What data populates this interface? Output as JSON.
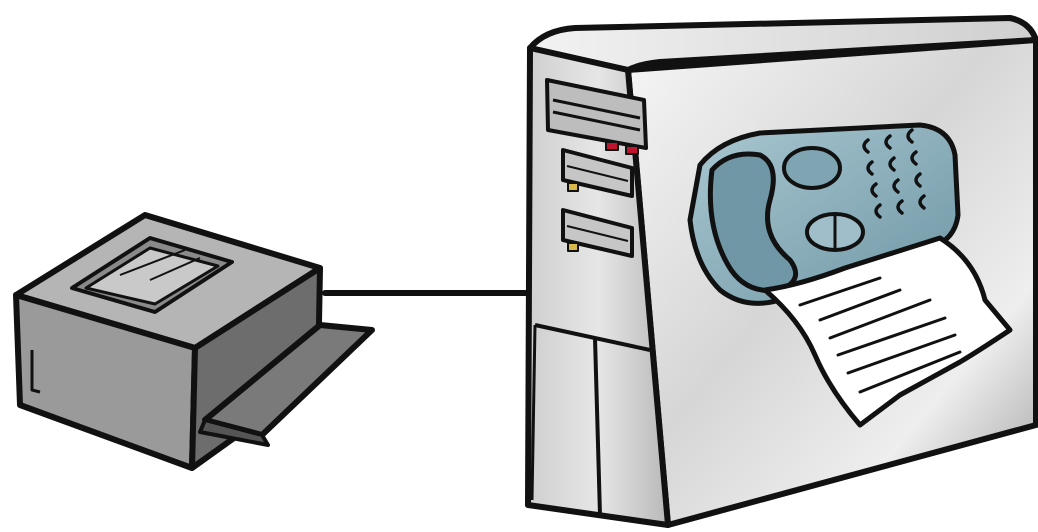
{
  "diagram": {
    "kind": "clipart-illustration",
    "nodes": [
      {
        "id": "printer",
        "icon": "printer-icon"
      },
      {
        "id": "server",
        "icon": "server-tower-icon"
      },
      {
        "id": "fax",
        "icon": "fax-machine-icon"
      }
    ],
    "edges": [
      {
        "from": "printer",
        "to": "server"
      }
    ]
  },
  "colors": {
    "background": "#ffffff",
    "outline": "#111111",
    "printer_body": "#9a9a9a",
    "printer_dark": "#5f5f5f",
    "printer_light": "#c8c8c8",
    "tower_light": "#f4f4f4",
    "tower_mid": "#c9c9c9",
    "tower_dark": "#8e8e8e",
    "fax_body": "#8fb3bf",
    "fax_dark": "#5e8694",
    "paper": "#ffffff",
    "led_red": "#c0152f",
    "led_yellow": "#d9b84a"
  }
}
